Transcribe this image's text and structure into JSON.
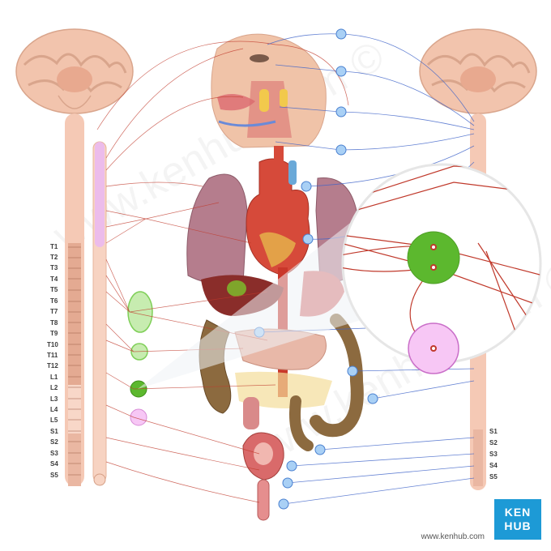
{
  "segments_left": [
    "T1",
    "T2",
    "T3",
    "T4",
    "T5",
    "T6",
    "T7",
    "T8",
    "T9",
    "T10",
    "T11",
    "T12",
    "L1",
    "L2",
    "L3",
    "L4",
    "L5",
    "S1",
    "S2",
    "S3",
    "S4",
    "S5"
  ],
  "segments_right": [
    "S1",
    "S2",
    "S3",
    "S4",
    "S5"
  ],
  "brand": {
    "line1": "KEN",
    "line2": "HUB"
  },
  "site": "www.kenhub.com",
  "watermark_text": "www.kenhub.com ©",
  "colors": {
    "nerve_sympathetic": "#c0392b",
    "nerve_parasympathetic": "#3e63c9",
    "ganglion_green": "#5cb82e",
    "ganglion_pink": "#f2a8f0",
    "spinal_cord": "#f5c9b5",
    "brain": "#f2c4ad",
    "blue_node": "#a9d0f5"
  },
  "icons": [
    "spinal-cord-icon",
    "brain-icon",
    "heart-icon",
    "lung-icon",
    "intestine-icon",
    "bladder-icon",
    "face-icon",
    "magnifier-lens-icon"
  ]
}
